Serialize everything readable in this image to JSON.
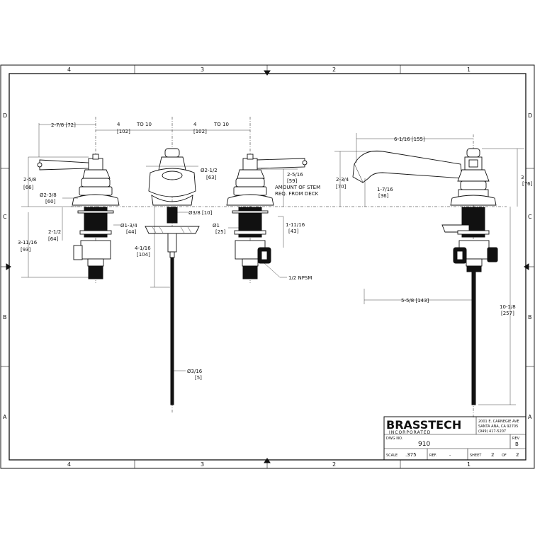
{
  "frame": {
    "columns_top": [
      "4",
      "3",
      "2",
      "1"
    ],
    "columns_bottom": [
      "4",
      "3",
      "2",
      "1"
    ],
    "rows_left": [
      "D",
      "C",
      "B",
      "A"
    ],
    "rows_right": [
      "D",
      "C",
      "B",
      "A"
    ]
  },
  "dimensions": {
    "top_left_width": "2-7/8 [72]",
    "center_span_left_a": "4",
    "center_span_left_b": "[102]",
    "to10_left": "TO 10",
    "center_span_right_a": "4",
    "center_span_right_b": "[102]",
    "to10_right": "TO 10",
    "handle_height_a": "2-5/8",
    "handle_height_b": "[66]",
    "escutcheon_dia_a": "Ø2-3/8",
    "escutcheon_dia_b": "[60]",
    "valve_height_a": "2-1/2",
    "valve_height_b": "[64]",
    "total_below_a": "3-11/16",
    "total_below_b": "[93]",
    "shank_dia_a": "Ø1-3/4",
    "shank_dia_b": "[44]",
    "spout_dia_a": "Ø2-1/2",
    "spout_dia_b": "[63]",
    "hole_dia": "Ø3/8 [10]",
    "spout_below_a": "4-1/16",
    "spout_below_b": "[104]",
    "rod_dia_a": "Ø3/16",
    "rod_dia_b": "[5]",
    "stem_a": "2-5/16",
    "stem_b": "[59]",
    "stem_note_1": "AMOUNT OF STEM",
    "stem_note_2": "REQ. FROM DECK",
    "thread_dia_a": "Ø1",
    "thread_dia_b": "[25]",
    "thread_len_a": "1-11/16",
    "thread_len_b": "[43]",
    "npsm": "1/2 NPSM",
    "reach_a": "6-1/16 [155]",
    "spout_height_a": "2-3/4",
    "spout_height_b": "[70]",
    "outlet_a": "1-7/16",
    "outlet_b": "[36]",
    "overall_height_a": "3",
    "overall_height_b": "[76]",
    "reach_deck": "5-5/8 [143]",
    "rod_length_a": "10-1/8",
    "rod_length_b": "[257]"
  },
  "title_block": {
    "company": "BRASSTECH",
    "subtitle": "INCORPORATED",
    "address_1": "2001 E. CARNEGIE AVE",
    "address_2": "SANTA ANA, CA 92705",
    "phone": "(949) 417-5207",
    "dwg_no_label": "DWG NO.",
    "dwg_no": "910",
    "rev_label": "REV",
    "rev": "B",
    "scale_label": "SCALE",
    "scale": ".375",
    "ref_label": "REF.",
    "ref": "-",
    "sheet_label": "SHEET",
    "sheet": "2",
    "of_label": "OF",
    "sheet_total": "2"
  }
}
